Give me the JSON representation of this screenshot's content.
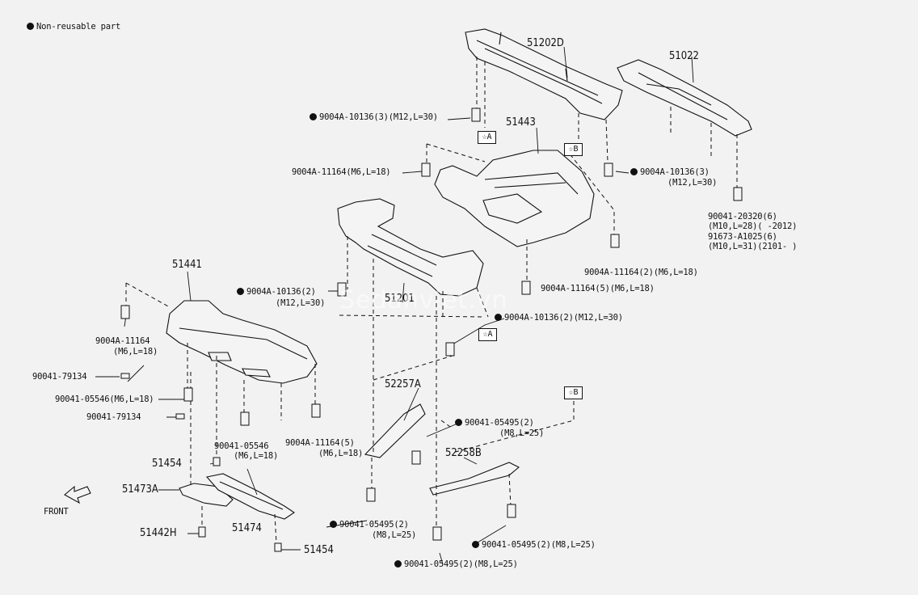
{
  "legend": {
    "text": "Non-reusable part"
  },
  "front_label": "FRONT",
  "watermark": "Sedanviet.vn",
  "parts": {
    "p51202D": "51202D",
    "p51022": "51022",
    "p51443": "51443",
    "p51441": "51441",
    "p51201": "51201",
    "p52257A": "52257A",
    "p52258B": "52258B",
    "p51454a": "51454",
    "p51473A": "51473A",
    "p51474": "51474",
    "p51442H": "51442H",
    "p51454b": "51454"
  },
  "boxes": {
    "a1": "☆A",
    "b1": "☆B",
    "a2": "☆A",
    "b2": "☆B"
  },
  "bolts": {
    "b1": "9004A-10136(3)(M12,L=30)",
    "b2": "9004A-10136(3)",
    "b2s": "(M12,L=30)",
    "b3": "9004A-11164(M6,L=18)",
    "b4a": "90041-20320(6)",
    "b4b": "(M10,L=28)(      -2012)",
    "b4c": "91673-A1025(6)",
    "b4d": "(M10,L=31)(2101-      )",
    "b5": "9004A-11164(2)(M6,L=18)",
    "b6": "9004A-10136(2)",
    "b6s": "(M12,L=30)",
    "b7": "9004A-11164(5)(M6,L=18)",
    "b8": "9004A-10136(2)(M12,L=30)",
    "b9": "9004A-11164",
    "b9s": "(M6,L=18)",
    "b10": "90041-79134",
    "b11": "90041-05546(M6,L=18)",
    "b12": "90041-79134",
    "b13": "90041-05546",
    "b13s": "(M6,L=18)",
    "b14": "9004A-11164(5)",
    "b14s": "(M6,L=18)",
    "b15": "90041-05495(2)",
    "b15s": "(M8,L=25)",
    "b16": "90041-05495(2)",
    "b16s": "(M8,L=25)",
    "b17": "90041-05495(2)(M8,L=25)",
    "b18": "90041-05495(2)(M8,L=25)"
  }
}
